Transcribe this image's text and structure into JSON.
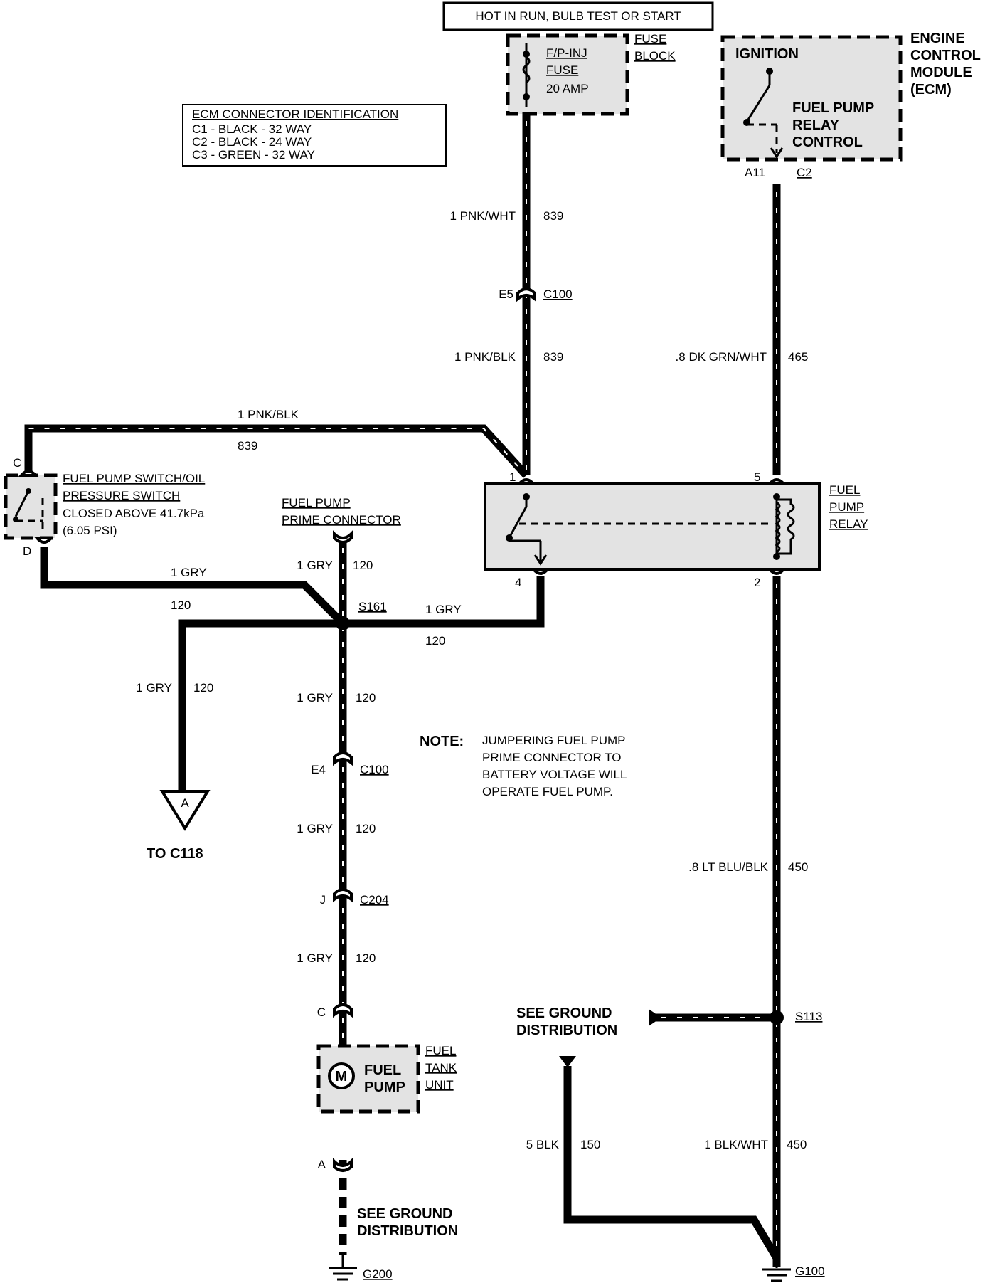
{
  "power": {
    "label": "HOT IN RUN, BULB TEST OR START"
  },
  "fuse": {
    "line1": "F/P-INJ",
    "line2": "FUSE",
    "line3": "20 AMP",
    "block1": "FUSE",
    "block2": "BLOCK"
  },
  "ecm_id": {
    "title": "ECM CONNECTOR IDENTIFICATION",
    "rows": [
      "C1 - BLACK - 32 WAY",
      "C2 - BLACK - 24 WAY",
      "C3 - GREEN - 32 WAY"
    ]
  },
  "ecm": {
    "ignition": "IGNITION",
    "fp1": "FUEL PUMP",
    "fp2": "RELAY",
    "fp3": "CONTROL",
    "name1": "ENGINE",
    "name2": "CONTROL",
    "name3": "MODULE",
    "name4": "(ECM)",
    "pin": "A11",
    "conn": "C2"
  },
  "wires": {
    "pnkwht": {
      "gauge": "1 PNK/WHT",
      "circuit": "839"
    },
    "pnkblk": {
      "gauge": "1 PNK/BLK",
      "circuit": "839"
    },
    "pnkblk_top": {
      "gauge": "1 PNK/BLK",
      "circuit": "839"
    },
    "dkgrn": {
      "gauge": ".8 DK GRN/WHT",
      "circuit": "465"
    },
    "gry_left": {
      "gauge": "1 GRY",
      "circuit": "120"
    },
    "gry_right": {
      "gauge": "1 GRY",
      "circuit": "120"
    },
    "gry_prime": {
      "gauge": "1 GRY",
      "circuit": "120"
    },
    "gry_down": {
      "gauge": "1 GRY",
      "circuit": "120"
    },
    "gry_mid1": {
      "gauge": "1 GRY",
      "circuit": "120"
    },
    "gry_mid2": {
      "gauge": "1 GRY",
      "circuit": "120"
    },
    "gry_mid3": {
      "gauge": "1 GRY",
      "circuit": "120"
    },
    "ltblu": {
      "gauge": ".8 LT BLU/BLK",
      "circuit": "450"
    },
    "blk": {
      "gauge": "5 BLK",
      "circuit": "150"
    },
    "blkwht": {
      "gauge": "1 BLK/WHT",
      "circuit": "450"
    }
  },
  "connectors": {
    "c100_top": {
      "pin": "E5",
      "name": "C100"
    },
    "c100_mid": {
      "pin": "E4",
      "name": "C100"
    },
    "c204": {
      "pin": "J",
      "name": "C204"
    },
    "pump_c": {
      "pin": "C"
    },
    "pump_a": {
      "pin": "A"
    }
  },
  "oil_switch": {
    "pin_top": "C",
    "pin_bottom": "D",
    "l1": "FUEL PUMP SWITCH/OIL",
    "l2": "PRESSURE SWITCH",
    "l3": "CLOSED ABOVE 41.7kPa",
    "l4": "(6.05 PSI)"
  },
  "prime": {
    "l1": "FUEL PUMP",
    "l2": "PRIME CONNECTOR"
  },
  "relay": {
    "pin1": "1",
    "pin5": "5",
    "pin4": "4",
    "pin2": "2",
    "l1": "FUEL",
    "l2": "PUMP",
    "l3": "RELAY"
  },
  "splices": {
    "s161": "S161",
    "s113": "S113"
  },
  "offpage": {
    "letter": "A",
    "label": "TO C118"
  },
  "note": {
    "label": "NOTE:",
    "lines": [
      "JUMPERING FUEL PUMP",
      "PRIME CONNECTOR TO",
      "BATTERY VOLTAGE WILL",
      "OPERATE FUEL PUMP."
    ]
  },
  "pump": {
    "motor": "M",
    "l1": "FUEL",
    "l2": "PUMP",
    "unit1": "FUEL",
    "unit2": "TANK",
    "unit3": "UNIT"
  },
  "ground": {
    "see1": "SEE GROUND",
    "see2": "DISTRIBUTION",
    "see3": "SEE GROUND",
    "see4": "DISTRIBUTION",
    "g200": "G200",
    "g100": "G100"
  }
}
